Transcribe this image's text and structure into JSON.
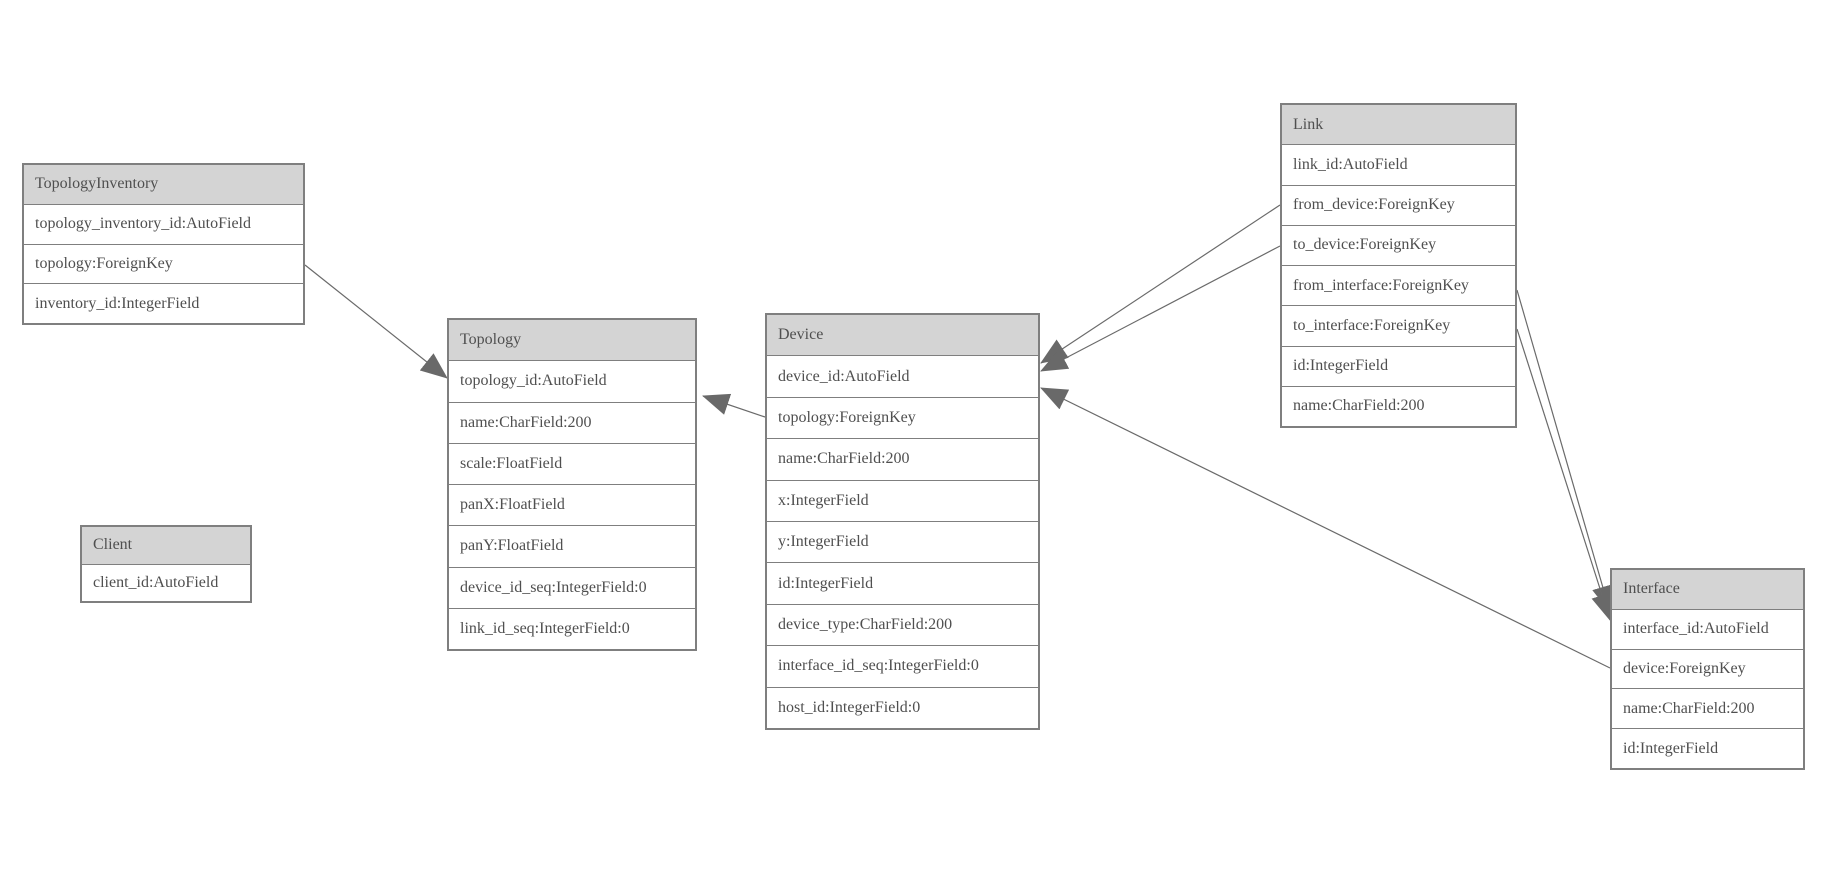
{
  "entities": [
    {
      "name": "TopologyInventory",
      "fields": [
        "topology_inventory_id:AutoField",
        "topology:ForeignKey",
        "inventory_id:IntegerField"
      ]
    },
    {
      "name": "Topology",
      "fields": [
        "topology_id:AutoField",
        "name:CharField:200",
        "scale:FloatField",
        "panX:FloatField",
        "panY:FloatField",
        "device_id_seq:IntegerField:0",
        "link_id_seq:IntegerField:0"
      ]
    },
    {
      "name": "Client",
      "fields": [
        "client_id:AutoField"
      ]
    },
    {
      "name": "Device",
      "fields": [
        "device_id:AutoField",
        "topology:ForeignKey",
        "name:CharField:200",
        "x:IntegerField",
        "y:IntegerField",
        "id:IntegerField",
        "device_type:CharField:200",
        "interface_id_seq:IntegerField:0",
        "host_id:IntegerField:0"
      ]
    },
    {
      "name": "Link",
      "fields": [
        "link_id:AutoField",
        "from_device:ForeignKey",
        "to_device:ForeignKey",
        "from_interface:ForeignKey",
        "to_interface:ForeignKey",
        "id:IntegerField",
        "name:CharField:200"
      ]
    },
    {
      "name": "Interface",
      "fields": [
        "interface_id:AutoField",
        "device:ForeignKey",
        "name:CharField:200",
        "id:IntegerField"
      ]
    }
  ],
  "relations": [
    {
      "from": "TopologyInventory.topology",
      "to": "Topology"
    },
    {
      "from": "Device.topology",
      "to": "Topology"
    },
    {
      "from": "Link.from_device",
      "to": "Device"
    },
    {
      "from": "Link.to_device",
      "to": "Device"
    },
    {
      "from": "Link.from_interface",
      "to": "Interface"
    },
    {
      "from": "Link.to_interface",
      "to": "Interface"
    },
    {
      "from": "Interface.device",
      "to": "Device"
    }
  ],
  "colors": {
    "background": "#ffffff",
    "header_fill": "#d4d4d4",
    "border": "#7f7f7f",
    "line": "#6a6a6a",
    "arrow_fill": "#696969",
    "text": "#4f4f4f"
  }
}
